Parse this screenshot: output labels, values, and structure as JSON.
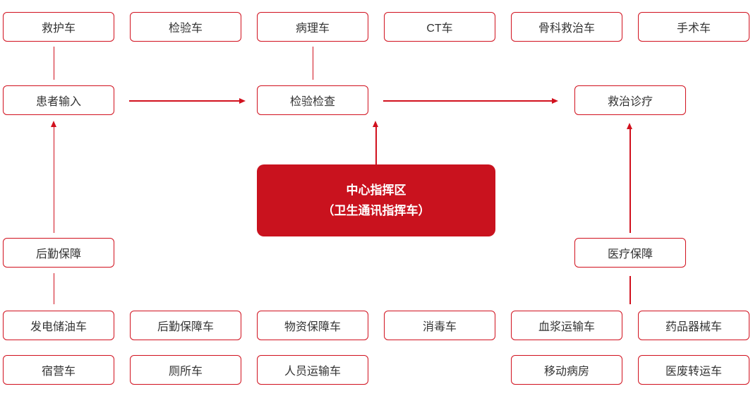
{
  "diagram": {
    "title_semantic": "field-hospital-vehicle-deployment-diagram",
    "top_vehicles": [
      "救护车",
      "检验车",
      "病理车",
      "CT车",
      "骨科救治车",
      "手术车"
    ],
    "flow": {
      "patient_intake": "患者输入",
      "examination": "检验检查",
      "treatment": "救治诊疗"
    },
    "center": {
      "line1": "中心指挥区",
      "line2": "（卫生通讯指挥车）"
    },
    "support": {
      "logistics": "后勤保障",
      "medical": "医疗保障"
    },
    "bottom_vehicles_row1": [
      "发电储油车",
      "后勤保障车",
      "物资保障车",
      "消毒车",
      "血浆运输车",
      "药品器械车"
    ],
    "bottom_vehicles_row2": [
      "宿营车",
      "厕所车",
      "人员运输车",
      "移动病房",
      "医废转运车"
    ],
    "colors": {
      "accent_red": "#d1111e",
      "center_fill": "#c9121e",
      "text_dark": "#333333",
      "text_light": "#ffffff",
      "background": "#ffffff"
    }
  }
}
